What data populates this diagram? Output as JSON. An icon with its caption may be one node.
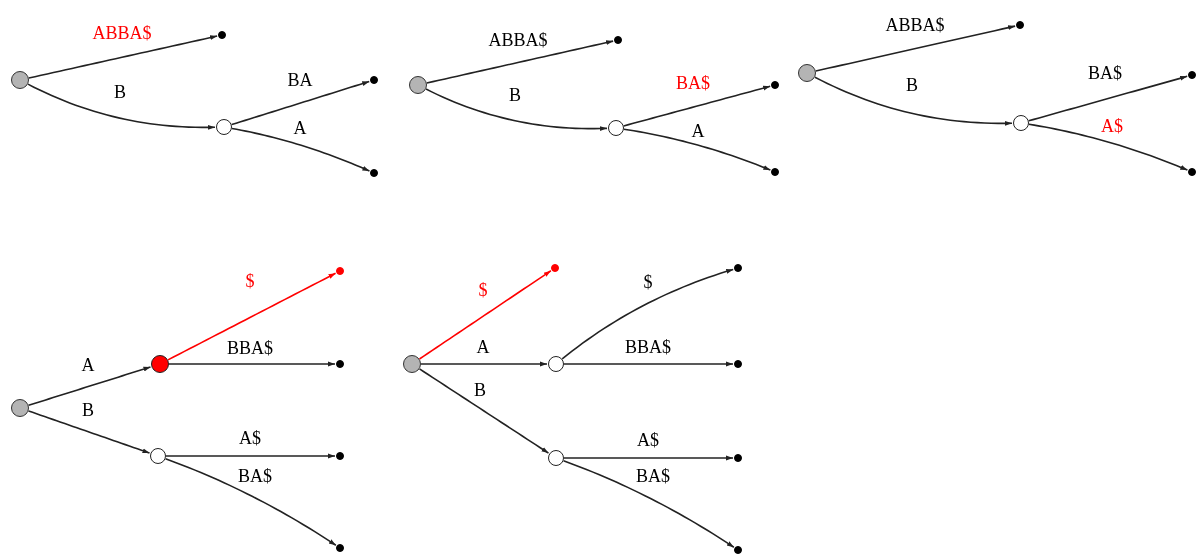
{
  "diagram": {
    "nodes": [
      {
        "text": [],
        "shape": "circle"
      },
      {
        "text": [],
        "shape": "dot"
      },
      {
        "text": [],
        "shape": "circle"
      },
      {
        "text": [],
        "shape": "dot"
      },
      {
        "text": [],
        "shape": "dot"
      },
      {
        "text": [],
        "shape": "circle"
      },
      {
        "text": [],
        "shape": "dot"
      },
      {
        "text": [],
        "shape": "circle"
      },
      {
        "text": [],
        "shape": "dot"
      },
      {
        "text": [],
        "shape": "dot"
      },
      {
        "text": [],
        "shape": "circle"
      },
      {
        "text": [],
        "shape": "dot"
      },
      {
        "text": [],
        "shape": "circle"
      },
      {
        "text": [],
        "shape": "dot"
      },
      {
        "text": [],
        "shape": "dot"
      },
      {
        "text": [],
        "shape": "circle"
      },
      {
        "text": [],
        "shape": "circle"
      },
      {
        "text": [],
        "shape": "dot"
      },
      {
        "text": [],
        "shape": "dot"
      },
      {
        "text": [],
        "shape": "circle"
      },
      {
        "text": [],
        "shape": "dot"
      },
      {
        "text": [],
        "shape": "dot"
      },
      {
        "text": [],
        "shape": "circle"
      },
      {
        "text": [],
        "shape": "dot"
      },
      {
        "text": [],
        "shape": "circle"
      },
      {
        "text": [],
        "shape": "dot"
      },
      {
        "text": [],
        "shape": "dot"
      },
      {
        "text": [],
        "shape": "circle"
      },
      {
        "text": [],
        "shape": "dot"
      },
      {
        "text": [],
        "shape": "dot"
      }
    ],
    "edges": [
      {
        "from": 0,
        "to": 1,
        "arrow": "to",
        "label": "ABBA$"
      },
      {
        "from": 0,
        "to": 2,
        "arrow": "to",
        "label": "B"
      },
      {
        "from": 2,
        "to": 3,
        "arrow": "to",
        "label": "BA"
      },
      {
        "from": 2,
        "to": 4,
        "arrow": "to",
        "label": "A"
      },
      {
        "from": 5,
        "to": 6,
        "arrow": "to",
        "label": "ABBA$"
      },
      {
        "from": 5,
        "to": 7,
        "arrow": "to",
        "label": "B"
      },
      {
        "from": 7,
        "to": 8,
        "arrow": "to",
        "label": "BA$"
      },
      {
        "from": 7,
        "to": 9,
        "arrow": "to",
        "label": "A"
      },
      {
        "from": 10,
        "to": 11,
        "arrow": "to",
        "label": "ABBA$"
      },
      {
        "from": 10,
        "to": 12,
        "arrow": "to",
        "label": "B"
      },
      {
        "from": 12,
        "to": 13,
        "arrow": "to",
        "label": "BA$"
      },
      {
        "from": 12,
        "to": 14,
        "arrow": "to",
        "label": "A$"
      },
      {
        "from": 15,
        "to": 16,
        "arrow": "to",
        "label": "A"
      },
      {
        "from": 16,
        "to": 17,
        "arrow": "to",
        "label": "$",
        "color": "#ff0000"
      },
      {
        "from": 16,
        "to": 18,
        "arrow": "to",
        "label": "BBA$"
      },
      {
        "from": 15,
        "to": 19,
        "arrow": "to",
        "label": "B"
      },
      {
        "from": 19,
        "to": 20,
        "arrow": "to",
        "label": "A$"
      },
      {
        "from": 19,
        "to": 21,
        "arrow": "to",
        "label": "BA$"
      },
      {
        "from": 22,
        "to": 23,
        "arrow": "to",
        "label": "$",
        "color": "#ff0000"
      },
      {
        "from": 22,
        "to": 24,
        "arrow": "to",
        "label": "A"
      },
      {
        "from": 22,
        "to": 27,
        "arrow": "to",
        "label": "B"
      },
      {
        "from": 24,
        "to": 25,
        "arrow": "to",
        "label": "$"
      },
      {
        "from": 24,
        "to": 26,
        "arrow": "to",
        "label": "BBA$"
      },
      {
        "from": 27,
        "to": 28,
        "arrow": "to",
        "label": "A$"
      },
      {
        "from": 27,
        "to": 29,
        "arrow": "to",
        "label": "BA$"
      }
    ]
  }
}
